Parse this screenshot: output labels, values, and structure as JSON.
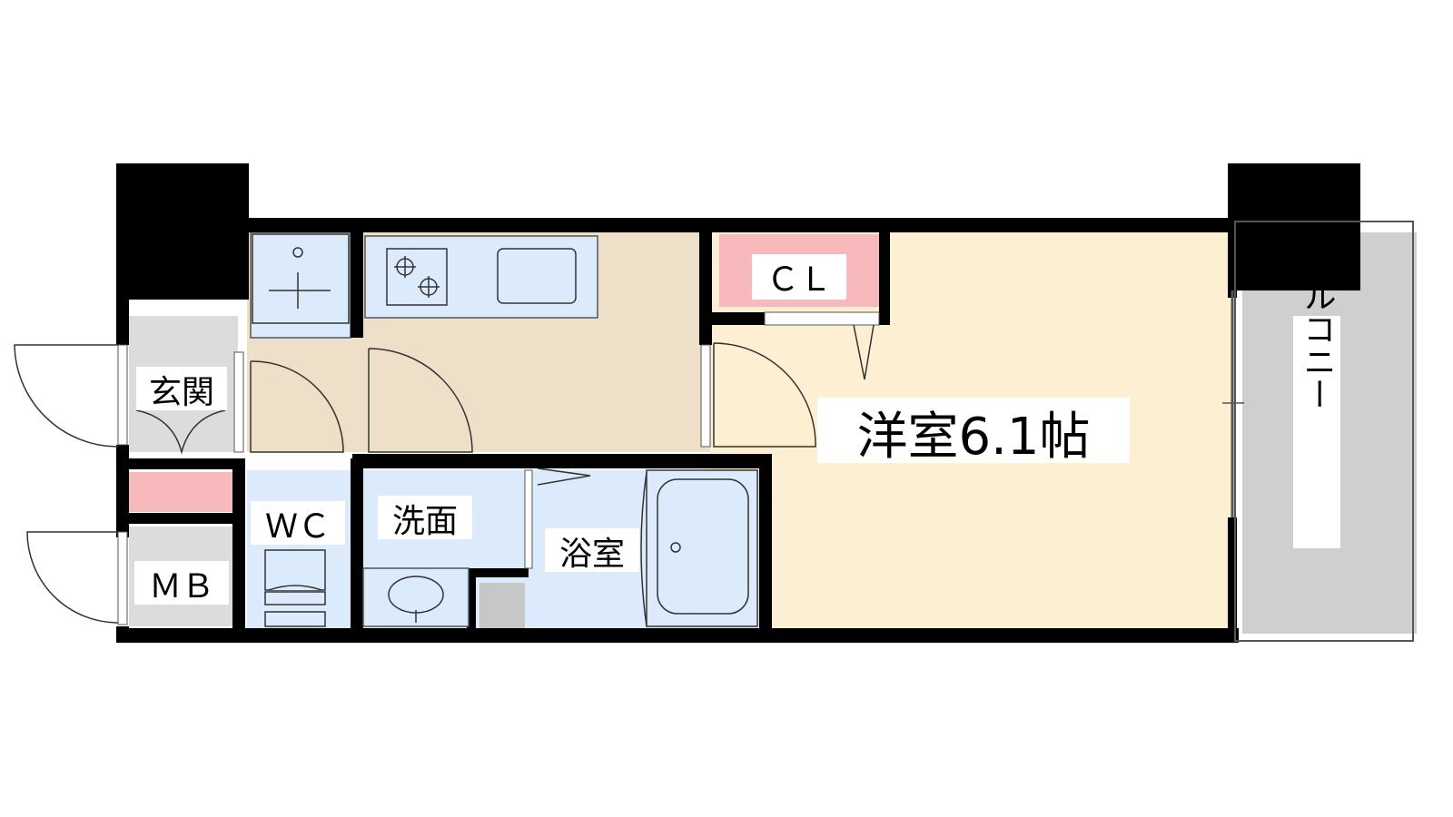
{
  "colors": {
    "wall": "#000000",
    "entrance_floor": "#dcdcdc",
    "kitchen_floor": "#eedfc8",
    "western_room_floor": "#fdf0d2",
    "wet_area": "#dcebfc",
    "closet": "#f7b9bc",
    "balcony": "#cfcfcf",
    "mb_box": "#dcdcdc",
    "pipe_shaft": "#c7c7c7"
  },
  "rooms": {
    "entrance": {
      "label": "玄関"
    },
    "toilet": {
      "label": "ＷＣ"
    },
    "washroom": {
      "label": "洗面"
    },
    "bathroom": {
      "label": "浴室"
    },
    "closet": {
      "label": "ＣＬ"
    },
    "western_room": {
      "label": "洋室6.1帖"
    },
    "meter_box": {
      "label": "ＭＢ"
    },
    "balcony": {
      "label": "バルコニー"
    }
  },
  "fixtures": {
    "kitchen_counter": {
      "icon": "stove-icon"
    },
    "sink": {
      "icon": "sink-icon"
    },
    "bathtub": {
      "icon": "bathtub-icon"
    },
    "toilet_bowl": {
      "icon": "toilet-icon"
    },
    "washer_pan": {
      "icon": "washing-machine-icon"
    },
    "washbasin": {
      "icon": "washbasin-icon"
    }
  }
}
